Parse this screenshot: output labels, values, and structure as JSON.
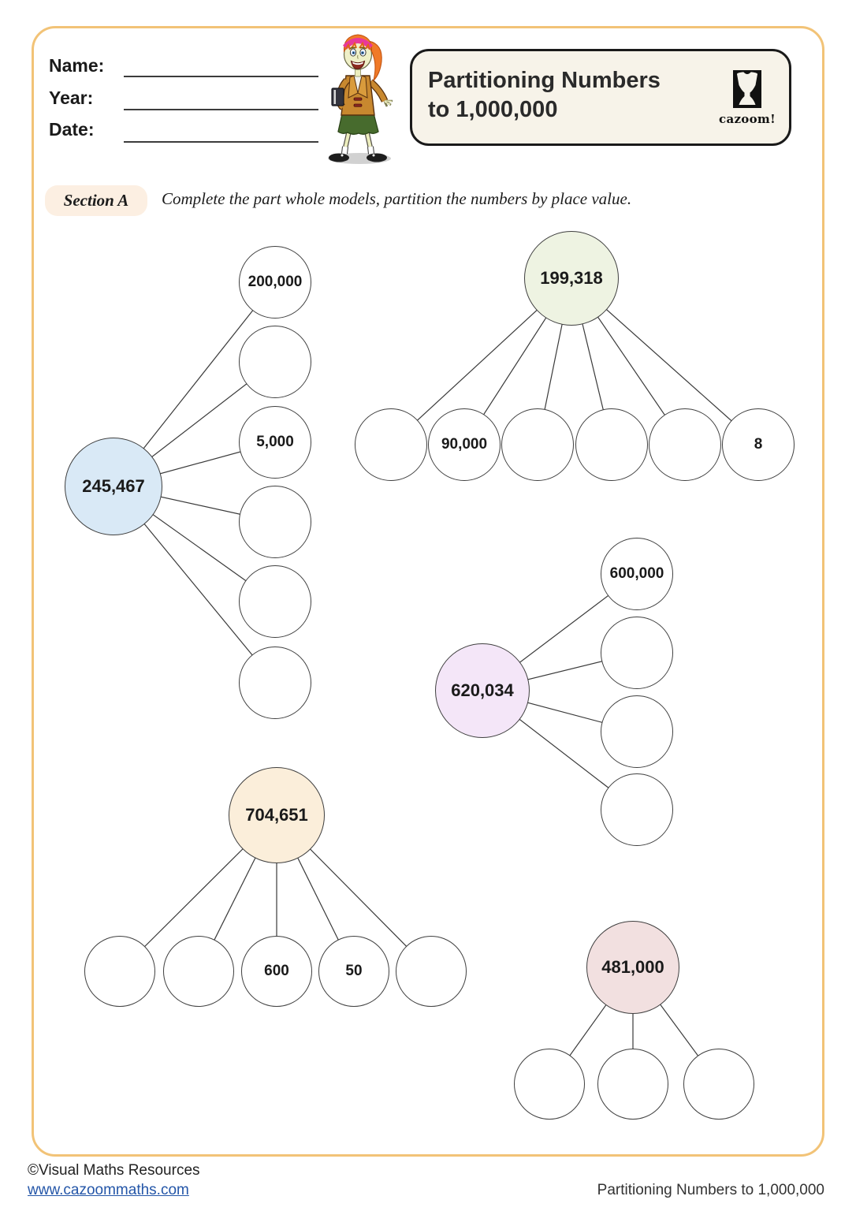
{
  "page": {
    "border_color": "#f2c377",
    "background_color": "#ffffff"
  },
  "header": {
    "fields": [
      {
        "label": "Name:",
        "value": ""
      },
      {
        "label": "Year:",
        "value": ""
      },
      {
        "label": "Date:",
        "value": ""
      }
    ],
    "title_line1": "Partitioning Numbers",
    "title_line2": "to 1,000,000",
    "logo": {
      "text": "cazoom!",
      "icon": "djembe-drum-icon"
    }
  },
  "section_a": {
    "label": "Section A",
    "instruction": "Complete the part whole models, partition the numbers by place value."
  },
  "part_whole_models": [
    {
      "whole": "245,467",
      "fill": "#d9e9f6",
      "parts": [
        "200,000",
        "",
        "5,000",
        "",
        "",
        ""
      ]
    },
    {
      "whole": "199,318",
      "fill": "#eef3e2",
      "parts": [
        "",
        "90,000",
        "",
        "",
        "",
        "8"
      ]
    },
    {
      "whole": "620,034",
      "fill": "#f4e6f8",
      "parts": [
        "600,000",
        "",
        "",
        ""
      ]
    },
    {
      "whole": "704,651",
      "fill": "#fbeeda",
      "parts": [
        "",
        "",
        "600",
        "50",
        ""
      ]
    },
    {
      "whole": "481,000",
      "fill": "#f2e0e0",
      "parts": [
        "",
        "",
        ""
      ]
    }
  ],
  "footer": {
    "copyright": "©Visual Maths Resources",
    "website": "www.cazoommaths.com",
    "link_color": "#2456a8",
    "worksheet_title": "Partitioning Numbers to 1,000,000"
  }
}
